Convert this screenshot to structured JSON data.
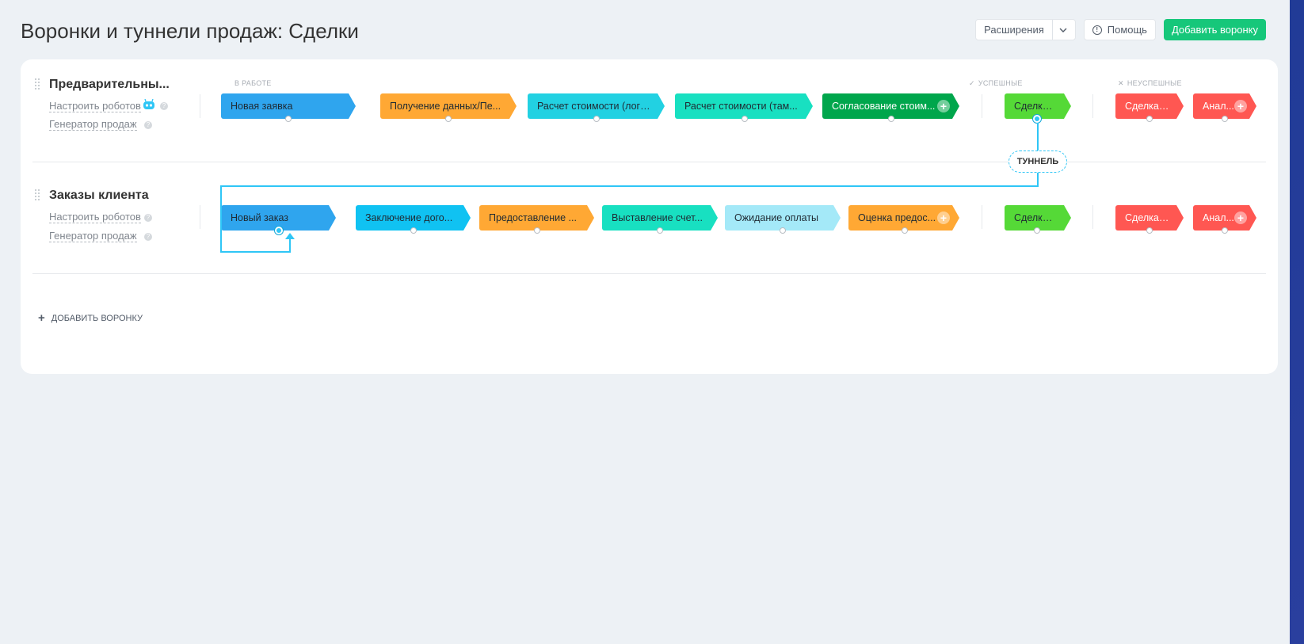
{
  "header": {
    "title": "Воронки и туннели продаж: Сделки",
    "extensions_label": "Расширения",
    "help_label": "Помощь",
    "add_funnel_label": "Добавить воронку"
  },
  "columns": {
    "in_work": "В РАБОТЕ",
    "success": "УСПЕШНЫЕ",
    "fail": "НЕУСПЕШНЫЕ"
  },
  "funnels": [
    {
      "name": "Предварительны...",
      "robots_label": "Настроить роботов",
      "generator_label": "Генератор продаж",
      "stages": [
        {
          "label": "Новая заявка",
          "color": "#2fa5ee"
        },
        {
          "label": "Получение данных/Пе...",
          "color": "#ffa834"
        },
        {
          "label": "Расчет стоимости (логи...",
          "color": "#22d1e2"
        },
        {
          "label": "Расчет стоимости (там...",
          "color": "#18e0c1"
        },
        {
          "label": "Согласование стоим...",
          "color": "#00a64c"
        }
      ],
      "success": [
        {
          "label": "Сделка ...",
          "color": "#55d937"
        }
      ],
      "fail": [
        {
          "label": "Сделка ...",
          "color": "#ff5752"
        },
        {
          "label": "Анал...",
          "color": "#ff5752"
        }
      ]
    },
    {
      "name": "Заказы клиента",
      "robots_label": "Настроить роботов",
      "generator_label": "Генератор продаж",
      "stages": [
        {
          "label": "Новый заказ",
          "color": "#2fa5ee"
        },
        {
          "label": "Заключение дого...",
          "color": "#10c2f2"
        },
        {
          "label": "Предоставление ...",
          "color": "#ffa834"
        },
        {
          "label": "Выставление счет...",
          "color": "#18e0c1"
        },
        {
          "label": "Ожидание оплаты",
          "color": "#a4e9f8"
        },
        {
          "label": "Оценка предос...",
          "color": "#ffa834"
        }
      ],
      "success": [
        {
          "label": "Сделка ...",
          "color": "#55d937"
        }
      ],
      "fail": [
        {
          "label": "Сделка ...",
          "color": "#ff5752"
        },
        {
          "label": "Анал...",
          "color": "#ff5752"
        }
      ]
    }
  ],
  "tunnel_label": "ТУННЕЛЬ",
  "add_funnel_link": "ДОБАВИТЬ ВОРОНКУ",
  "colors": {
    "accent_green": "#16c77a",
    "tunnel_line": "#2fc6f6"
  }
}
